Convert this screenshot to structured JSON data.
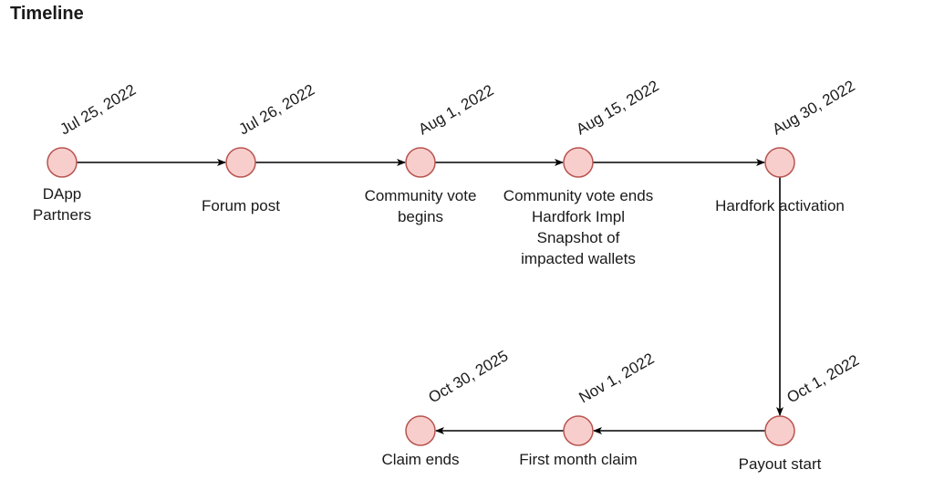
{
  "page": {
    "title": "Timeline"
  },
  "colors": {
    "node_fill": "#f8cecc",
    "node_stroke": "#b85450",
    "edge": "#000000"
  },
  "events": [
    {
      "id": "dapp-partners",
      "date": "Jul 25, 2022",
      "label": [
        "DApp",
        "Partners"
      ]
    },
    {
      "id": "forum-post",
      "date": "Jul 26, 2022",
      "label": [
        "Forum post"
      ]
    },
    {
      "id": "community-vote-begins",
      "date": "Aug 1, 2022",
      "label": [
        "Community vote",
        "begins"
      ]
    },
    {
      "id": "community-vote-ends",
      "date": "Aug 15, 2022",
      "label": [
        "Community vote ends",
        "Hardfork Impl",
        "Snapshot of",
        "impacted wallets"
      ]
    },
    {
      "id": "hardfork-activation",
      "date": "Aug 30, 2022",
      "label": [
        "Hardfork activation"
      ]
    },
    {
      "id": "payout-start",
      "date": "Oct 1, 2022",
      "label": [
        "Payout start"
      ]
    },
    {
      "id": "first-month-claim",
      "date": "Nov 1, 2022",
      "label": [
        "First month claim"
      ]
    },
    {
      "id": "claim-ends",
      "date": "Oct 30, 2025",
      "label": [
        "Claim ends"
      ]
    }
  ],
  "edges": [
    {
      "from": "dapp-partners",
      "to": "forum-post"
    },
    {
      "from": "forum-post",
      "to": "community-vote-begins"
    },
    {
      "from": "community-vote-begins",
      "to": "community-vote-ends"
    },
    {
      "from": "community-vote-ends",
      "to": "hardfork-activation"
    },
    {
      "from": "hardfork-activation",
      "to": "payout-start"
    },
    {
      "from": "payout-start",
      "to": "first-month-claim"
    },
    {
      "from": "first-month-claim",
      "to": "claim-ends"
    }
  ]
}
